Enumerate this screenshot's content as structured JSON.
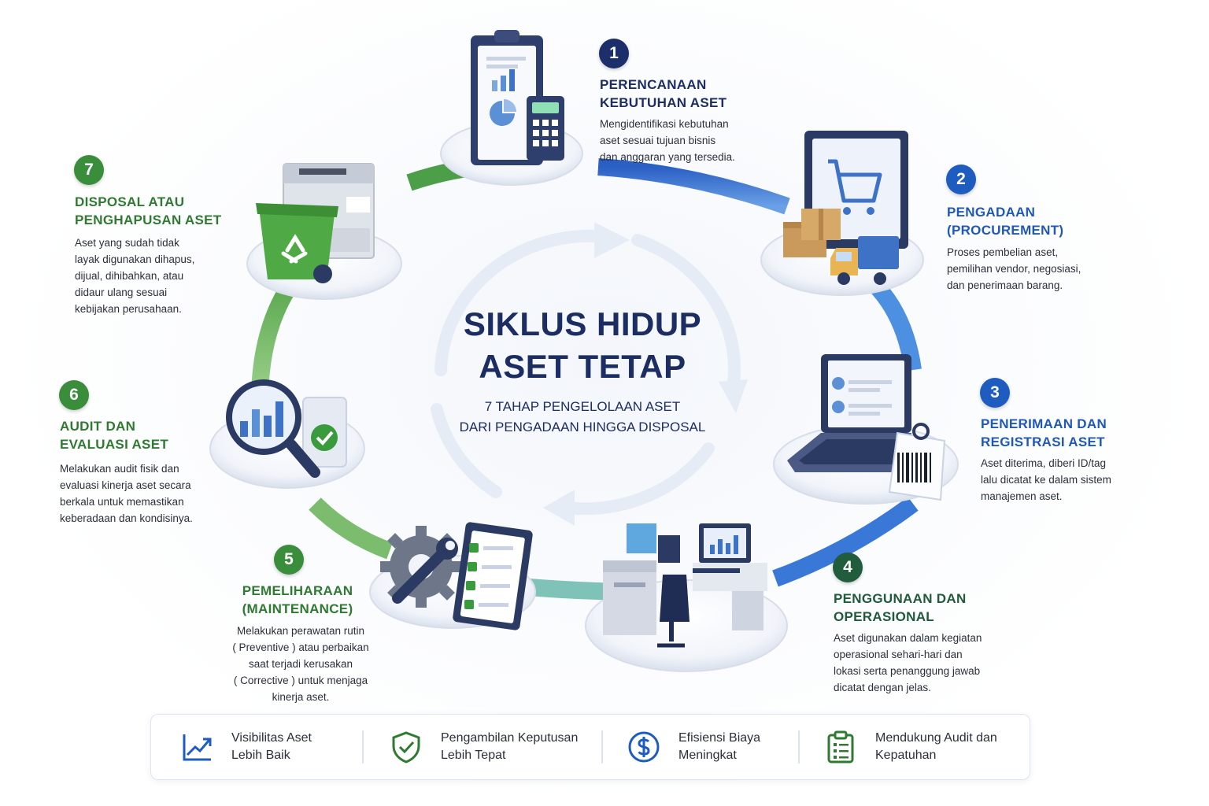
{
  "center": {
    "title": "SIKLUS HIDUP\nASET TETAP",
    "subtitle": "7 TAHAP PENGELOLAAN ASET\nDARI PENGADAAN HINGGA DISPOSAL"
  },
  "steps": [
    {
      "number": "1",
      "title": "PERENCANAAN\nKEBUTUHAN ASET",
      "description": "Mengidentifikasi kebutuhan\naset sesuai tujuan bisnis\ndan anggaran yang tersedia.",
      "color": "#1c2f6b",
      "illustration": "clipboard-calculator-icon"
    },
    {
      "number": "2",
      "title": "PENGADAAN\n(PROCUREMENT)",
      "description": "Proses pembelian aset,\npemilihan vendor, negosiasi,\ndan penerimaan barang.",
      "color": "#1f5cc0",
      "illustration": "shopping-cart-monitor-icon"
    },
    {
      "number": "3",
      "title": "PENERIMAAN DAN\nREGISTRASI ASET",
      "description": "Aset diterima, diberi ID/tag\nlalu dicatat ke dalam sistem\nmanajemen aset.",
      "color": "#1f5cc0",
      "illustration": "laptop-barcode-tag-icon"
    },
    {
      "number": "4",
      "title": "PENGGUNAAN DAN\nOPERASIONAL",
      "description": "Aset digunakan dalam kegiatan\noperasional sehari-hari dan\nlokasi serta penanggung jawab\ndicatat dengan jelas.",
      "color": "#215c3c",
      "illustration": "office-workstation-icon"
    },
    {
      "number": "5",
      "title": "PEMELIHARAAN\n(MAINTENANCE)",
      "description": "Melakukan perawatan rutin\n( Preventive ) atau perbaikan\nsaat terjadi kerusakan\n( Corrective ) untuk menjaga\nkinerja aset.",
      "color": "#3a8d3b",
      "illustration": "gear-wrench-checklist-icon"
    },
    {
      "number": "6",
      "title": "AUDIT DAN\nEVALUASI ASET",
      "description": "Melakukan audit fisik dan\nevaluasi kinerja aset secara\nberkala untuk memastikan\nkeberadaan dan kondisinya.",
      "color": "#3a8d3b",
      "illustration": "magnifier-chart-icon"
    },
    {
      "number": "7",
      "title": "DISPOSAL ATAU\nPENGHAPUSAN ASET",
      "description": "Aset yang sudah tidak\nlayak digunakan dihapus,\ndijual, dihibahkan, atau\ndidaur ulang sesuai\nkebijakan perusahaan.",
      "color": "#3a8d3b",
      "illustration": "recycle-bin-printer-icon"
    }
  ],
  "benefits": [
    {
      "label": "Visibilitas Aset\nLebih Baik",
      "icon": "trend-up-icon"
    },
    {
      "label": "Pengambilan Keputusan\nLebih Tepat",
      "icon": "shield-check-icon"
    },
    {
      "label": "Efisiensi Biaya\nMeningkat",
      "icon": "dollar-icon"
    },
    {
      "label": "Mendukung Audit dan\nKepatuhan",
      "icon": "clipboard-list-icon"
    }
  ],
  "colors": {
    "navy": "#1c2f6b",
    "blue": "#1f5cc0",
    "green": "#3a8d3b",
    "dark_green": "#215c3c",
    "teal": "#7fc2b8"
  }
}
